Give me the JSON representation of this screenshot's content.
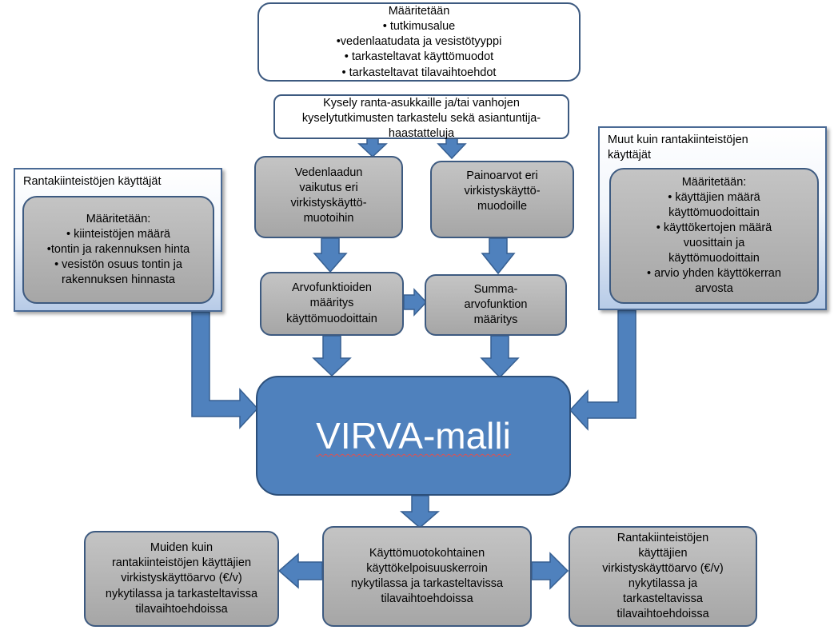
{
  "top_box": {
    "heading": "Määritetään",
    "items": [
      "• tutkimusalue",
      "•vedenlaatudata ja vesistötyyppi",
      "• tarkasteltavat käyttömuodot",
      "• tarkasteltavat tilavaihtoehdot"
    ]
  },
  "survey_box": {
    "lines": [
      "Kysely ranta-asukkaille ja/tai vanhojen",
      "kyselytutkimusten tarkastelu sekä asiantuntija-",
      "haastatteluja"
    ]
  },
  "water_quality_box": {
    "lines": [
      "Vedenlaadun",
      "vaikutus eri",
      "virkistyskäyttö-",
      "muotoihin"
    ]
  },
  "weights_box": {
    "lines": [
      "Painoarvot eri",
      "virkistyskäyttö-",
      "muodoille"
    ]
  },
  "value_functions_box": {
    "lines": [
      "Arvofunktioiden",
      "määritys",
      "käyttömuodoittain"
    ]
  },
  "sum_value_box": {
    "lines": [
      "Summa-",
      "arvofunktion",
      "määritys"
    ]
  },
  "left_panel": {
    "title": "Rantakiinteistöjen käyttäjät",
    "heading": "Määritetään:",
    "items": [
      "• kiinteistöjen määrä",
      "•tontin ja rakennuksen hinta",
      "• vesistön osuus tontin ja",
      "rakennuksen hinnasta"
    ]
  },
  "right_panel": {
    "title_lines": [
      "Muut kuin rantakiinteistöjen",
      "käyttäjät"
    ],
    "heading": "Määritetään:",
    "items": [
      "• käyttäjien määrä",
      "käyttömuodoittain",
      "• käyttökertojen määrä",
      "vuosittain ja",
      "käyttömuodoittain",
      "• arvio yhden käyttökerran",
      "arvosta"
    ]
  },
  "virva": {
    "label": "VIRVA-malli"
  },
  "output_left": {
    "lines": [
      "Muiden kuin",
      "rantakiinteistöjen käyttäjien",
      "virkistyskäyttöarvo (€/v)",
      "nykytilassa ja tarkasteltavissa",
      "tilavaihtoehdoissa"
    ]
  },
  "output_center": {
    "lines": [
      "Käyttömuotokohtainen",
      "käyttökelpoisuuskerroin",
      "nykytilassa ja tarkasteltavissa",
      "tilavaihtoehdoissa"
    ]
  },
  "output_right": {
    "lines": [
      "Rantakiinteistöjen",
      "käyttäjien",
      "virkistyskäyttöarvo (€/v)",
      "nykytilassa ja",
      "tarkasteltavissa",
      "tilavaihtoehdoissa"
    ]
  },
  "colors": {
    "arrow": "#4f81bd",
    "arrow_edge": "#365f91",
    "virva_fill": "#4f81bd",
    "box_border": "#3d5a80"
  }
}
